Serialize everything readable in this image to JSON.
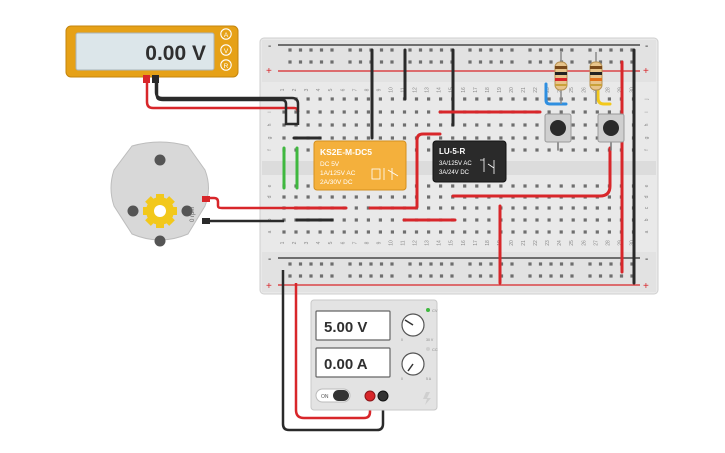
{
  "multimeter": {
    "reading": "0.00 V",
    "modes": [
      "A",
      "V",
      "R"
    ],
    "active_mode": "V"
  },
  "motor": {
    "speed_label": "0 rpm"
  },
  "breadboard": {
    "row_letters_top": [
      "j",
      "i",
      "h",
      "g",
      "f"
    ],
    "row_letters_bottom": [
      "e",
      "d",
      "c",
      "b",
      "a"
    ],
    "column_numbers": [
      "1",
      "2",
      "3",
      "4",
      "5",
      "6",
      "7",
      "8",
      "9",
      "10",
      "11",
      "12",
      "13",
      "14",
      "15",
      "16",
      "17",
      "18",
      "19",
      "20",
      "21",
      "22",
      "23",
      "24",
      "25",
      "26",
      "27",
      "28",
      "29",
      "30"
    ],
    "rail_plus": "+",
    "rail_minus": "-"
  },
  "relay1": {
    "model": "KS2E-M-DC5",
    "lines": [
      "DC 5V",
      "1A/125V AC",
      "2A/30V DC"
    ]
  },
  "relay2": {
    "model": "LU-5-R",
    "lines": [
      "3A/125V AC",
      "3A/24V DC"
    ]
  },
  "power_supply": {
    "voltage": "5.00 V",
    "current": "0.00 A",
    "cv_label": "CV",
    "cc_label": "CC",
    "on_label": "ON",
    "knob_min": "0",
    "voltage_knob_max": "30 V",
    "current_knob_max": "5 A"
  },
  "colors": {
    "meter_frame": "#e6a117",
    "meter_lcd": "#dce6ea",
    "relay_body": "#f4b03c",
    "relay2_body": "#2a2a2a",
    "wire_red": "#d8262a",
    "wire_black": "#2a2a2a",
    "wire_green": "#3fb83f",
    "wire_blue": "#2f8fe0",
    "wire_yellow": "#f2c81b",
    "breadboard": "#e8e8e8"
  }
}
